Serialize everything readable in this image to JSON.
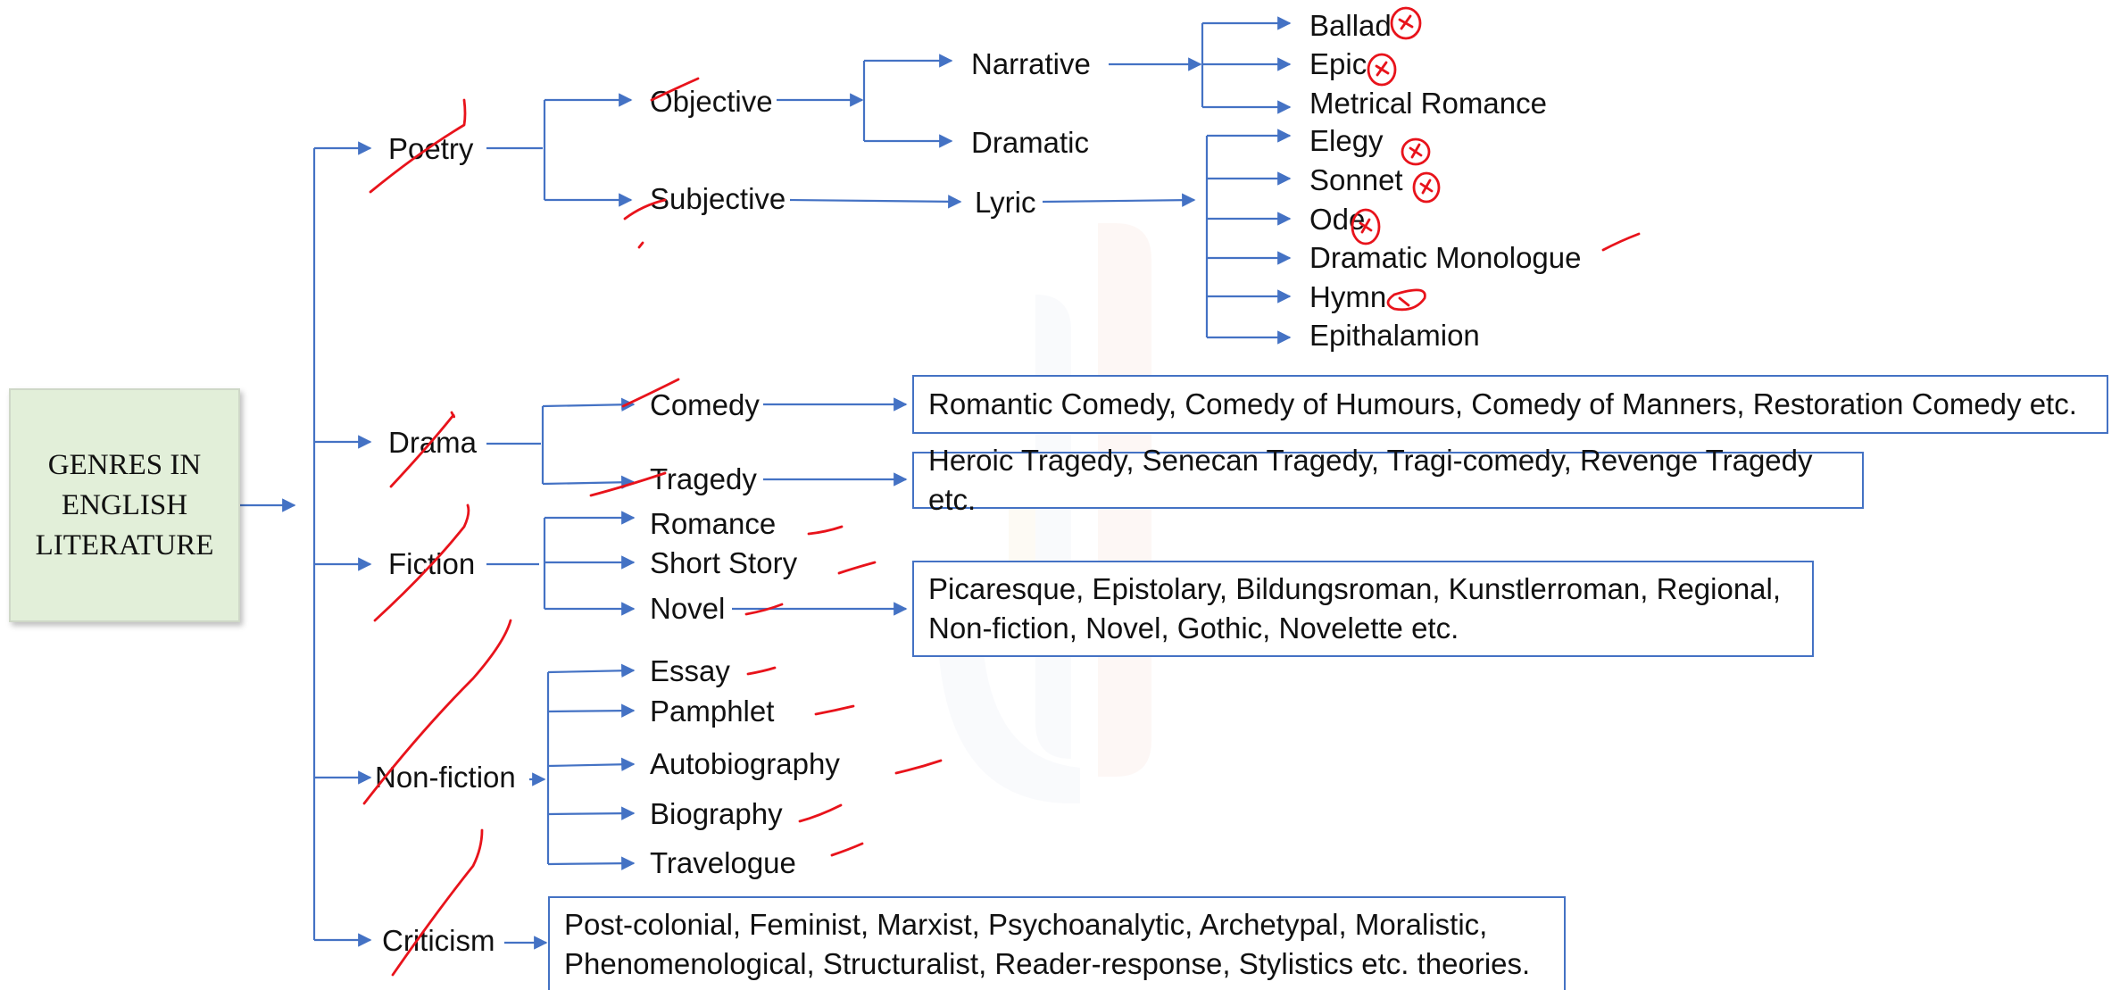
{
  "root": {
    "title": "GENRES IN ENGLISH LITERATURE"
  },
  "colors": {
    "connector": "#4472c4",
    "root_fill": "#e2efd9",
    "annotation": "#e8131b",
    "box_border": "#4472c4"
  },
  "genres": {
    "poetry": "Poetry",
    "drama": "Drama",
    "fiction": "Fiction",
    "nonfiction": "Non-fiction",
    "criticism": "Criticism"
  },
  "poetry": {
    "objective": "Objective",
    "subjective": "Subjective",
    "narrative": "Narrative",
    "dramatic": "Dramatic",
    "lyric": "Lyric",
    "narrative_forms": [
      "Ballad",
      "Epic",
      "Metrical Romance"
    ],
    "lyric_forms": [
      "Elegy",
      "Sonnet",
      "Ode",
      "Dramatic Monologue",
      "Hymn",
      "Epithalamion"
    ]
  },
  "drama": {
    "comedy": "Comedy",
    "tragedy": "Tragedy",
    "comedy_types": "Romantic Comedy, Comedy of Humours, Comedy of Manners, Restoration Comedy etc.",
    "tragedy_types": "Heroic Tragedy, Senecan Tragedy, Tragi-comedy, Revenge Tragedy etc."
  },
  "fiction": {
    "romance": "Romance",
    "short_story": "Short Story",
    "novel": "Novel",
    "novel_types": "Picaresque, Epistolary, Bildungsroman, Kunstlerroman, Regional,\nNon-fiction, Novel, Gothic, Novelette etc."
  },
  "nonfiction": {
    "essay": "Essay",
    "pamphlet": "Pamphlet",
    "autobiography": "Autobiography",
    "biography": "Biography",
    "travelogue": "Travelogue"
  },
  "criticism": {
    "theories": "Post-colonial, Feminist, Marxist, Psychoanalytic, Archetypal, Moralistic,\nPhenomenological, Structuralist, Reader-response, Stylistics etc. theories."
  }
}
